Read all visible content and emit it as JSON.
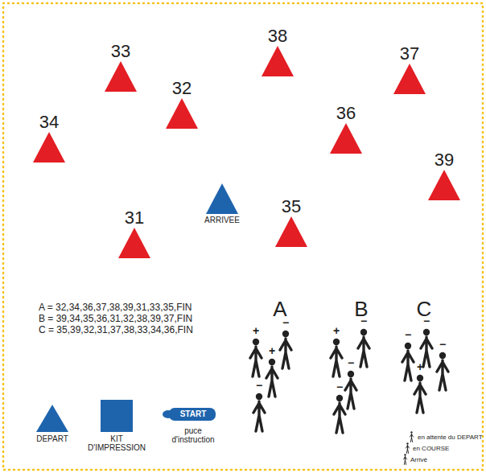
{
  "diagram": {
    "nodes": [
      {
        "text": [
          "33"
        ]
      },
      {
        "text": [
          "38"
        ]
      },
      {
        "text": [
          "37"
        ]
      },
      {
        "text": [
          "32"
        ]
      },
      {
        "text": [
          "34"
        ]
      },
      {
        "text": [
          "36"
        ]
      },
      {
        "text": [
          "39"
        ]
      },
      {
        "text": [
          "31"
        ]
      },
      {
        "text": [
          "35"
        ]
      },
      {
        "text": [
          "ARRIVEE"
        ]
      }
    ],
    "edges": [],
    "labels": [
      "A = 32,34,36,37,38,39,31,33,35,FIN",
      "B = 39,34,35,36,31,32,38,39,37,FIN",
      "C = 35,39,32,31,37,38,33,34,36,FIN",
      "A",
      "B",
      "C",
      "START",
      "+",
      "−",
      "+",
      "−",
      "+",
      "−",
      "−",
      "−",
      "−",
      "−",
      "−",
      "+"
    ],
    "legend": [
      {
        "text": "DEPART"
      },
      {
        "text": "KIT D'IMPRESSION",
        "color": "#1e64ad"
      },
      {
        "text": "puce d'instruction"
      },
      {
        "text": "en attente du DEPART"
      },
      {
        "text": "en COURSE"
      },
      {
        "text": "Arrivé"
      }
    ]
  }
}
